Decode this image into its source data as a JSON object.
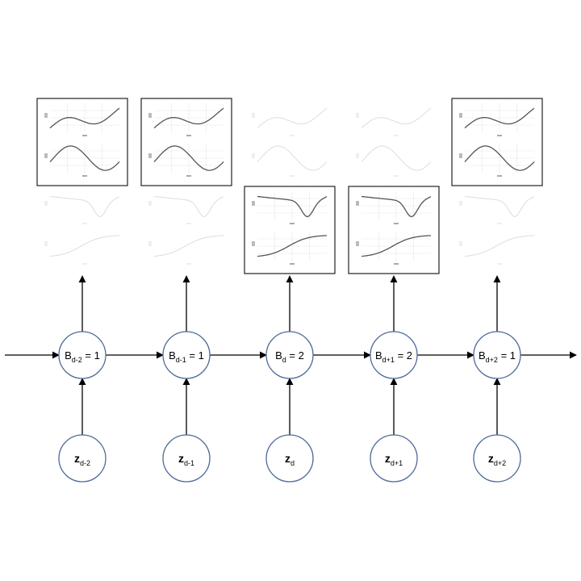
{
  "colors": {
    "stroke": "#000000",
    "node_border": "#4f6b9a",
    "curve_active": "#555555",
    "curve_faded": "#dddddd",
    "grid": "#e8e8e8",
    "panel_frame": "#222222"
  },
  "edge_in_label": "",
  "positions": [
    {
      "id": "d-2",
      "state_label": "B",
      "state_sub": "d-2",
      "state_value": "= 1",
      "z_label": "z",
      "z_sub": "d-2",
      "active_block": 1
    },
    {
      "id": "d-1",
      "state_label": "B",
      "state_sub": "d-1",
      "state_value": "= 1",
      "z_label": "z",
      "z_sub": "d-1",
      "active_block": 1
    },
    {
      "id": "d",
      "state_label": "B",
      "state_sub": "d",
      "state_value": "= 2",
      "z_label": "z",
      "z_sub": "d",
      "active_block": 2
    },
    {
      "id": "d+1",
      "state_label": "B",
      "state_sub": "d+1",
      "state_value": "= 2",
      "z_label": "z",
      "z_sub": "d+1",
      "active_block": 2
    },
    {
      "id": "d+2",
      "state_label": "B",
      "state_sub": "d+2",
      "state_value": "= 1",
      "z_label": "z",
      "z_sub": "d+2",
      "active_block": 1
    }
  ],
  "curve_blocks": [
    {
      "block": 1,
      "plots": [
        {
          "kind": "wave-rise"
        },
        {
          "kind": "sine"
        }
      ]
    },
    {
      "block": 2,
      "plots": [
        {
          "kind": "dip"
        },
        {
          "kind": "sigmoid"
        }
      ]
    }
  ]
}
